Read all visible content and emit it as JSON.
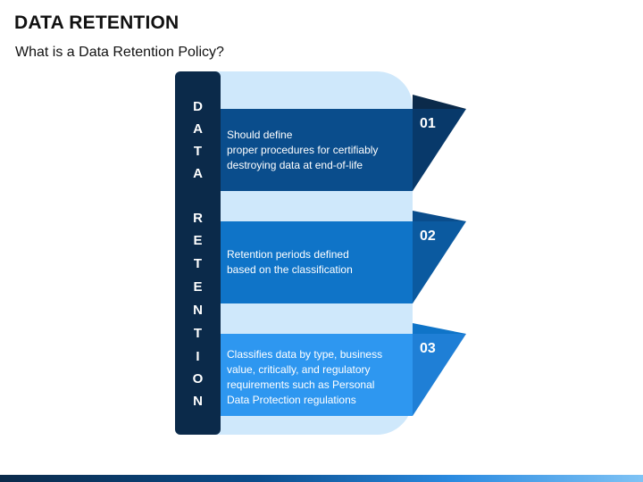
{
  "header": {
    "title": "DATA RETENTION",
    "subtitle": "What is a Data Retention Policy?"
  },
  "vertical_label": [
    "D",
    "A",
    "T",
    "A",
    "",
    "R",
    "E",
    "T",
    "E",
    "N",
    "T",
    "I",
    "O",
    "N"
  ],
  "steps": [
    {
      "number": "01",
      "text": "Should define\nproper  procedures for certifiably\ndestroying data at end-of-life",
      "color": "#0a4d8c",
      "dark": "#08396a"
    },
    {
      "number": "02",
      "text": "Retention periods defined\nbased on the classification",
      "color": "#0f74c8",
      "dark": "#0b5aa0"
    },
    {
      "number": "03",
      "text": "Classifies data by type, business\nvalue, critically, and regulatory\nrequirements such as Personal\nData Protection regulations",
      "color": "#2e97f0",
      "dark": "#1f7fd6"
    }
  ],
  "colors": {
    "navy": "#0b2a4a",
    "panel": "#cfe8fb"
  }
}
